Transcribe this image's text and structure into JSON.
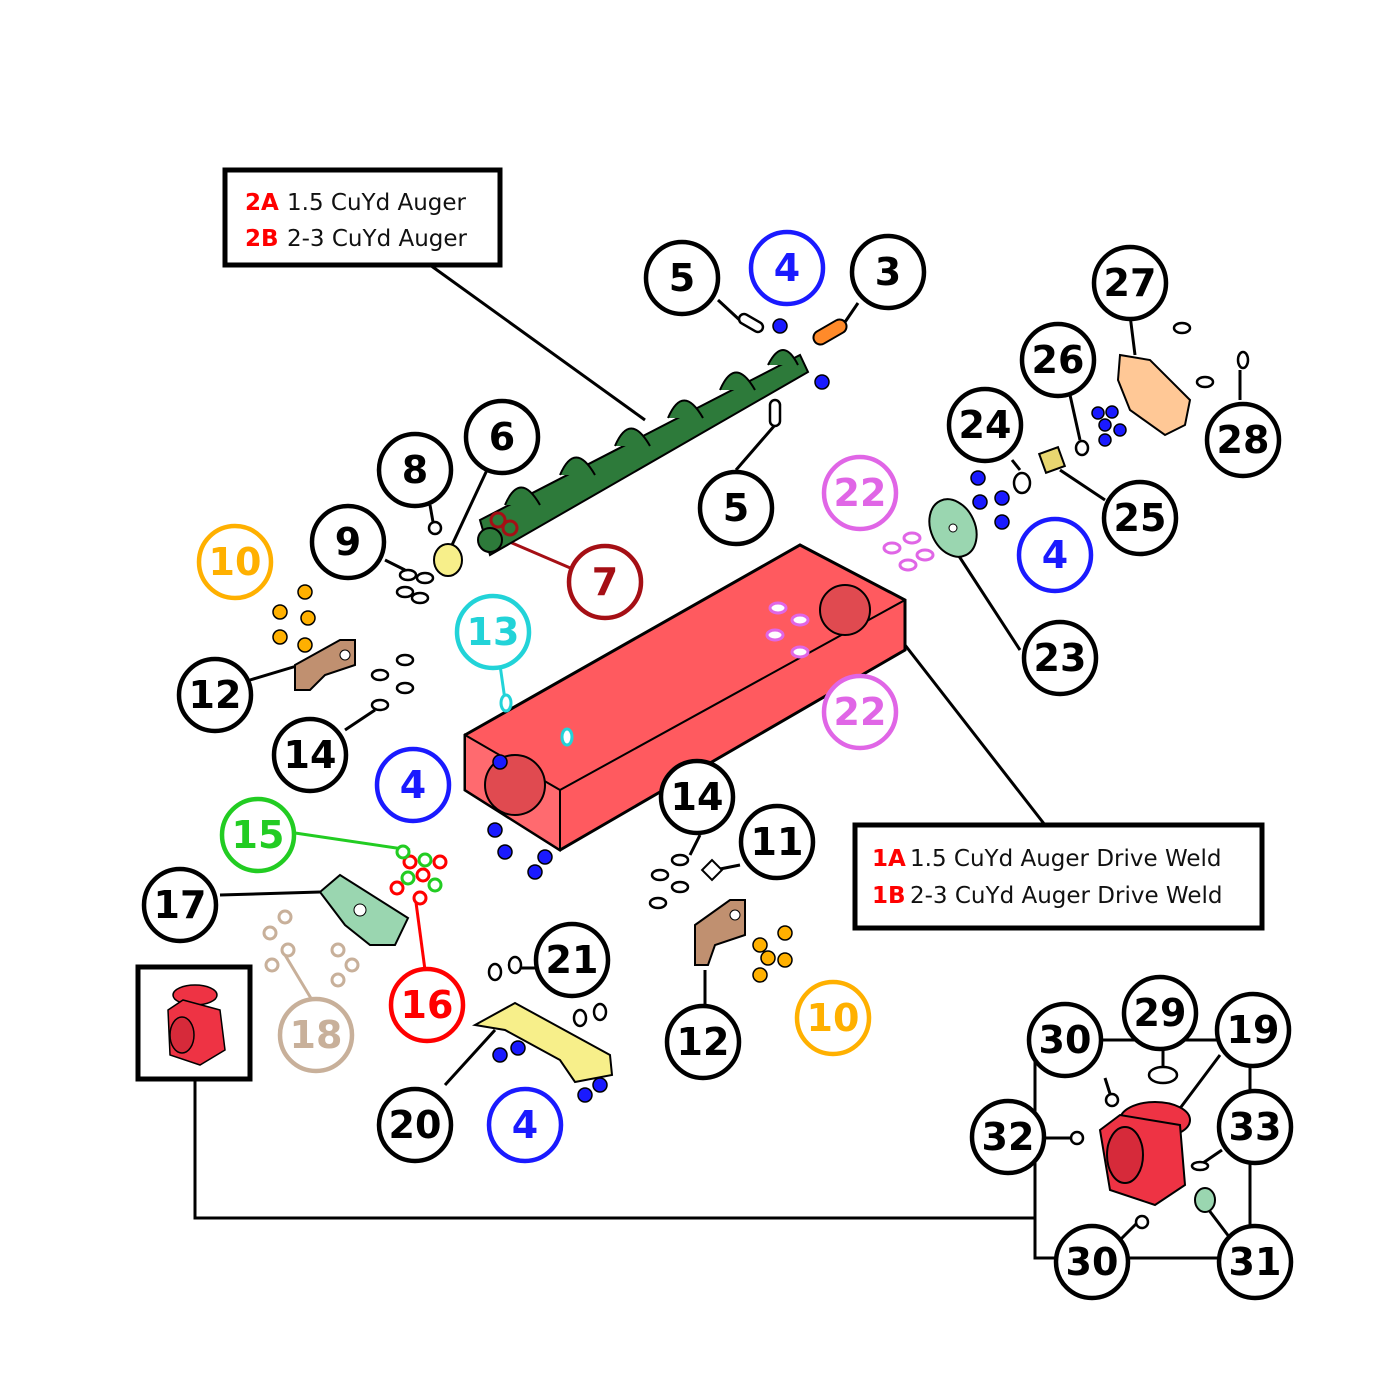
{
  "legend_auger": {
    "rows": [
      {
        "code": "2A",
        "text": "1.5 CuYd Auger"
      },
      {
        "code": "2B",
        "text": "2-3 CuYd Auger"
      }
    ]
  },
  "legend_drive": {
    "rows": [
      {
        "code": "1A",
        "text": "1.5 CuYd Auger Drive Weld"
      },
      {
        "code": "1B",
        "text": "2-3 CuYd Auger Drive Weld"
      }
    ]
  },
  "callouts": {
    "c3": "3",
    "c4_top": "4",
    "c4_right": "4",
    "c4_mid": "4",
    "c4_bottom": "4",
    "c5_top": "5",
    "c5_mid": "5",
    "c6": "6",
    "c7": "7",
    "c8": "8",
    "c9": "9",
    "c10_left": "10",
    "c10_right": "10",
    "c11": "11",
    "c12_left": "12",
    "c12_right": "12",
    "c13": "13",
    "c14_left": "14",
    "c14_right": "14",
    "c15": "15",
    "c16": "16",
    "c17": "17",
    "c18": "18",
    "c19": "19",
    "c20": "20",
    "c21": "21",
    "c22_top": "22",
    "c22_bottom": "22",
    "c23": "23",
    "c24": "24",
    "c25": "25",
    "c26": "26",
    "c27": "27",
    "c28": "28",
    "c29": "29",
    "c30_top": "30",
    "c30_bottom": "30",
    "c31": "31",
    "c32": "32",
    "c33": "33"
  },
  "colors": {
    "black": "#000000",
    "blue": "#1a1aff",
    "red": "#ff0000",
    "dark_red": "#a50f15",
    "orange": "#ffb000",
    "cyan": "#22d3d8",
    "green": "#22cc22",
    "magenta": "#e066e6",
    "tan": "#c8b09a",
    "auger_green": "#2d7a3a",
    "trough_red": "#ff5a5f",
    "gearbox_red": "#ee3344",
    "bracket_brown": "#c09070",
    "yellow_part": "#f7ef8a",
    "plate_green": "#9ad6b0",
    "cover_peach": "#ffc896"
  }
}
